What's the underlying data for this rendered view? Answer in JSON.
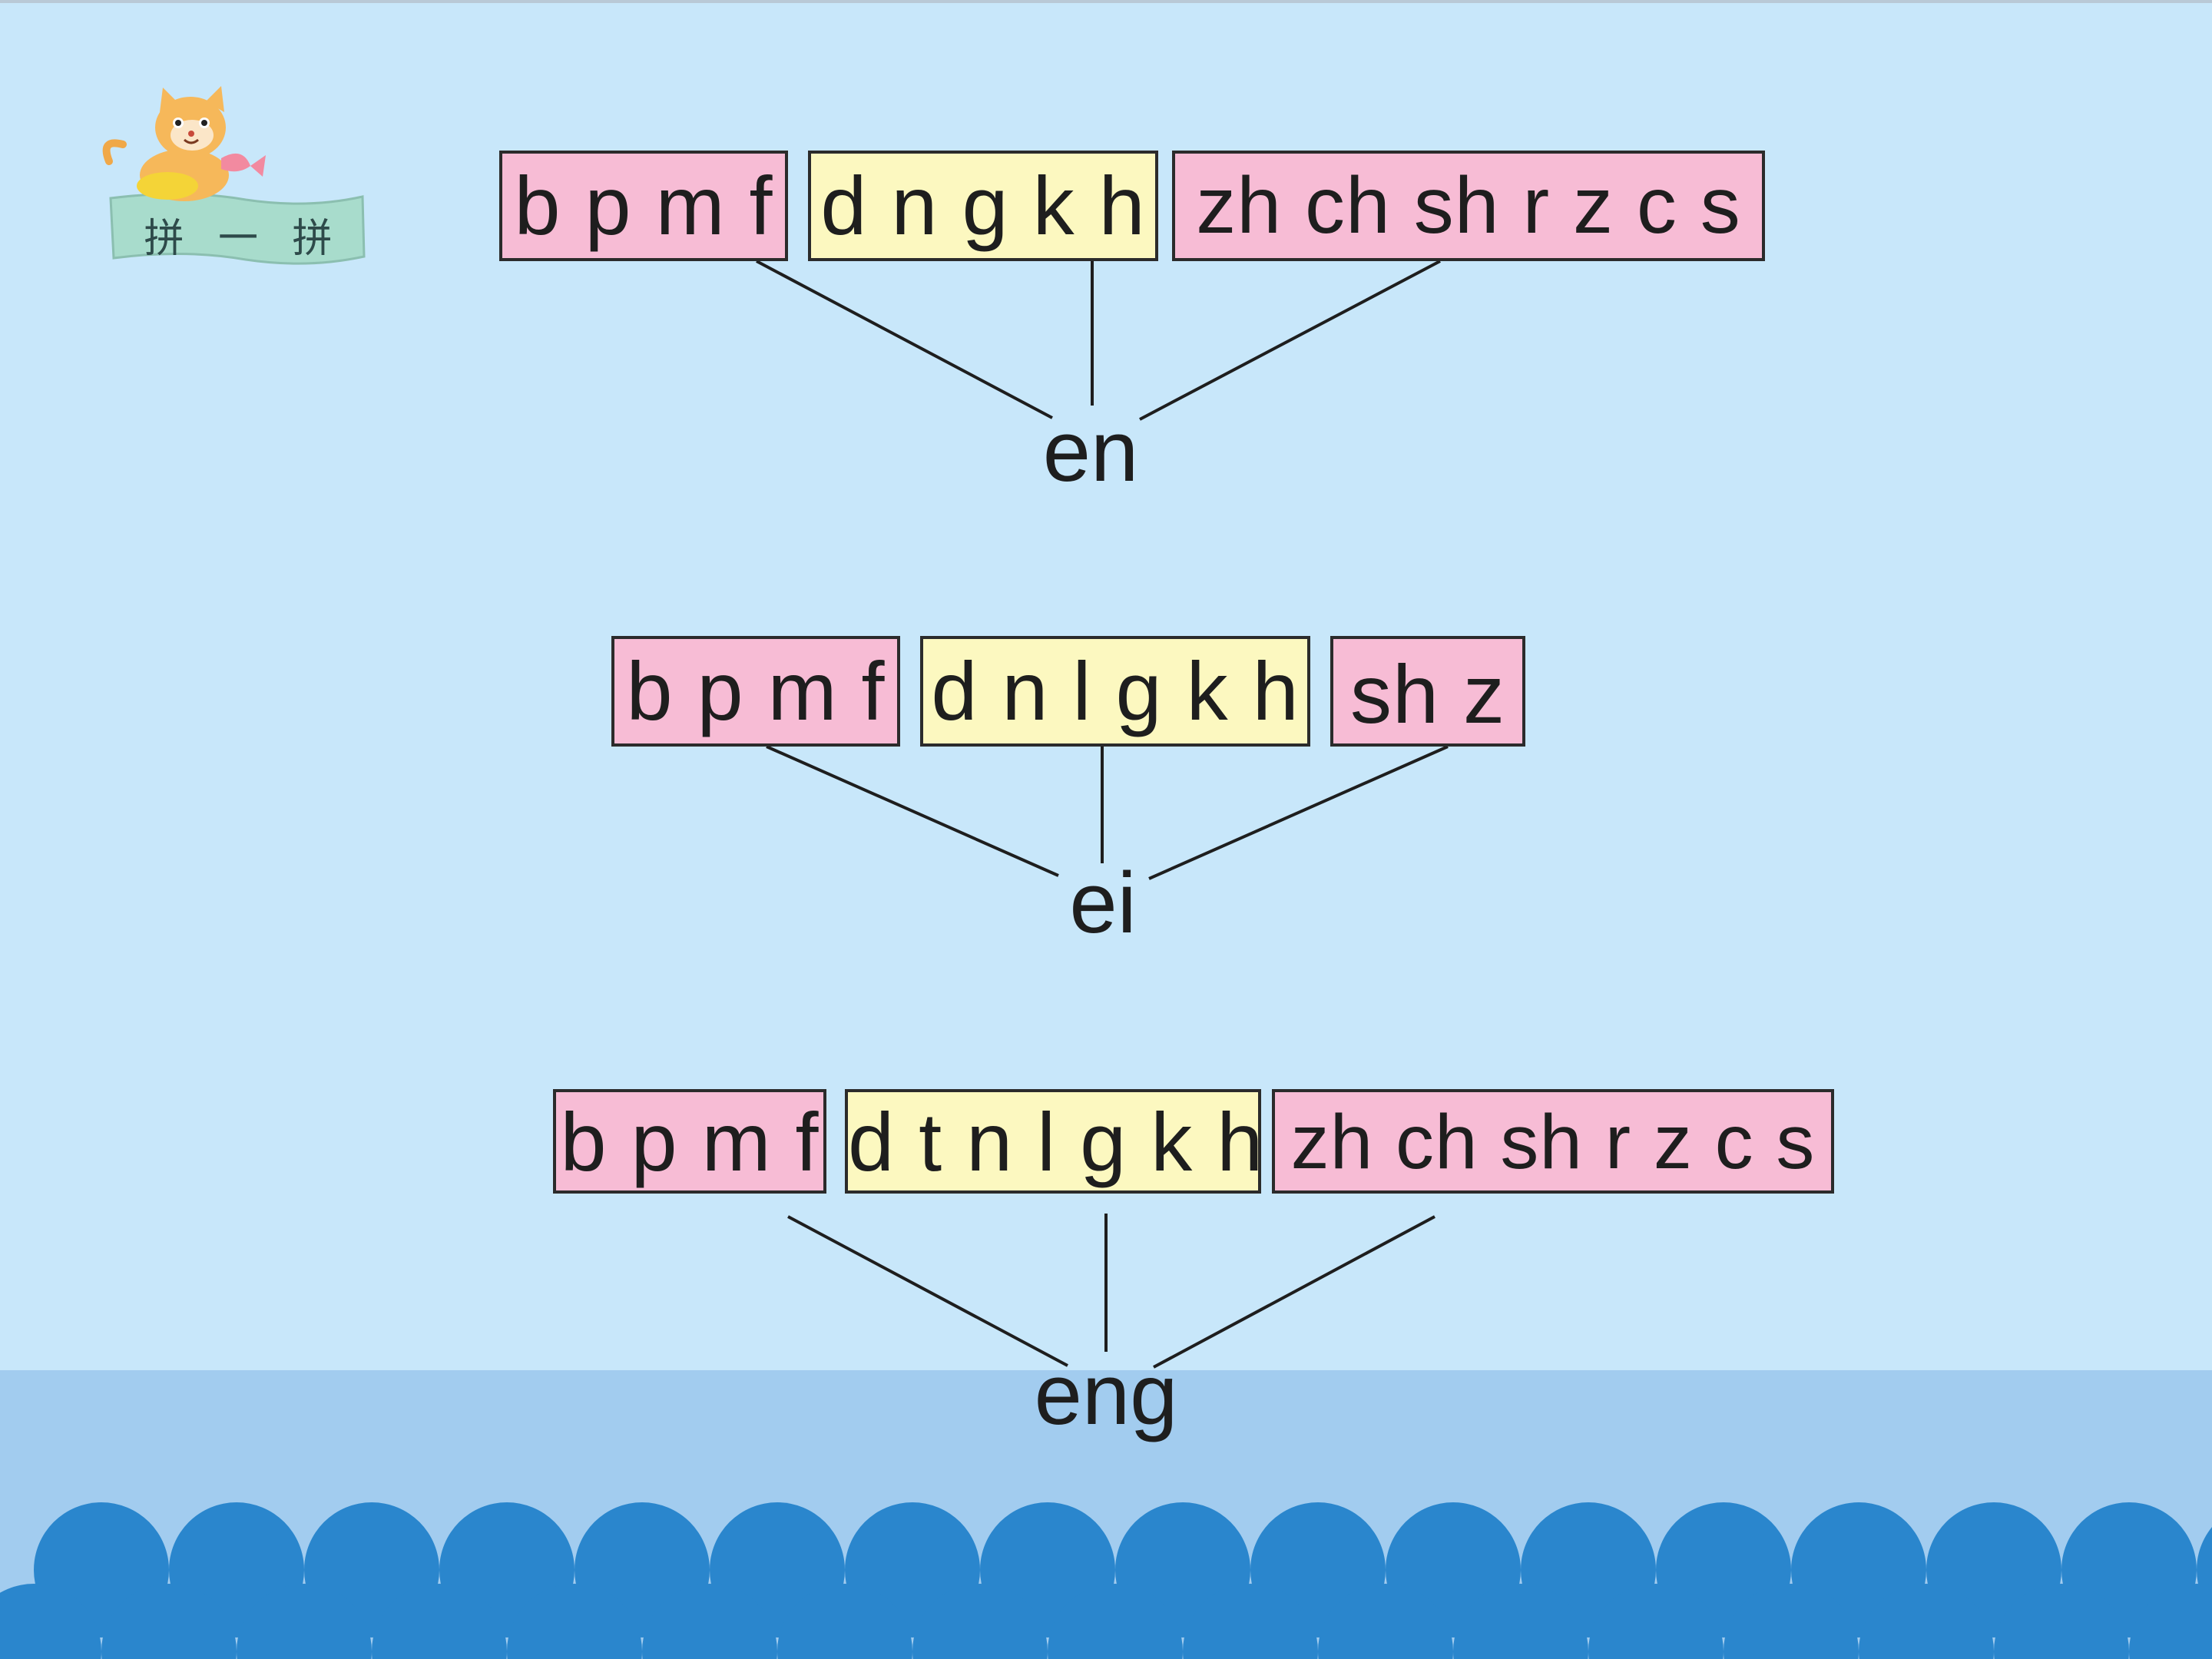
{
  "badge": {
    "label": "拼 一 拼",
    "cat_icon": "cat-mascot-icon"
  },
  "groups": [
    {
      "final": "en",
      "boxes": [
        {
          "text": "b p m f",
          "color": "pink"
        },
        {
          "text": "d n g k h",
          "color": "yellow"
        },
        {
          "text": "zh ch sh r z c s",
          "color": "pink"
        }
      ]
    },
    {
      "final": "ei",
      "boxes": [
        {
          "text": "b p m f",
          "color": "pink"
        },
        {
          "text": "d n l g k h",
          "color": "yellow"
        },
        {
          "text": "sh z",
          "color": "pink"
        }
      ]
    },
    {
      "final": "eng",
      "boxes": [
        {
          "text": "b p m f",
          "color": "pink"
        },
        {
          "text": "d t n l g k h",
          "color": "yellow"
        },
        {
          "text": "zh ch sh r z c s",
          "color": "pink"
        }
      ]
    }
  ],
  "colors": {
    "pink": "#f7bcd5",
    "yellow": "#fcf8c0",
    "sky": "#c8e7fa",
    "wave": "#2a86cd"
  }
}
